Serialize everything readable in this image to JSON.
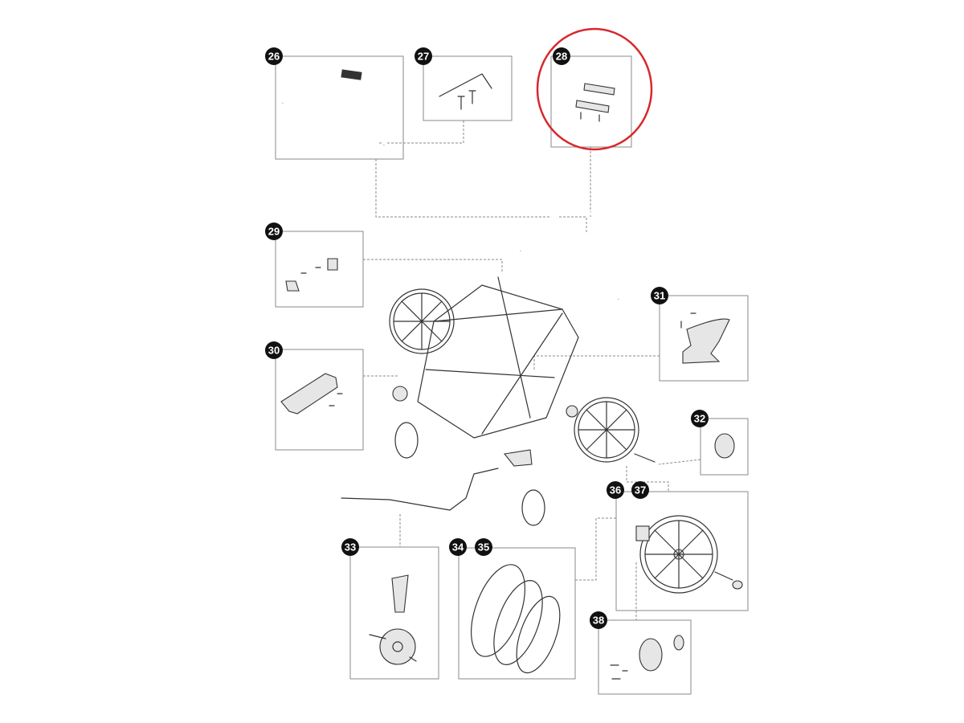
{
  "diagram": {
    "highlight_color": "#d8282e",
    "badge_color": "#111111",
    "highlighted_part": "28",
    "parts": [
      {
        "id": "p26",
        "labels": [
          "26"
        ]
      },
      {
        "id": "p27",
        "labels": [
          "27"
        ]
      },
      {
        "id": "p28",
        "labels": [
          "28"
        ]
      },
      {
        "id": "p29",
        "labels": [
          "29"
        ]
      },
      {
        "id": "p30",
        "labels": [
          "30"
        ]
      },
      {
        "id": "p31",
        "labels": [
          "31"
        ]
      },
      {
        "id": "p32",
        "labels": [
          "32"
        ]
      },
      {
        "id": "p33",
        "labels": [
          "33"
        ]
      },
      {
        "id": "p34",
        "labels": [
          "34",
          "35"
        ]
      },
      {
        "id": "p36",
        "labels": [
          "36",
          "37"
        ]
      },
      {
        "id": "p38",
        "labels": [
          "38"
        ]
      }
    ]
  }
}
